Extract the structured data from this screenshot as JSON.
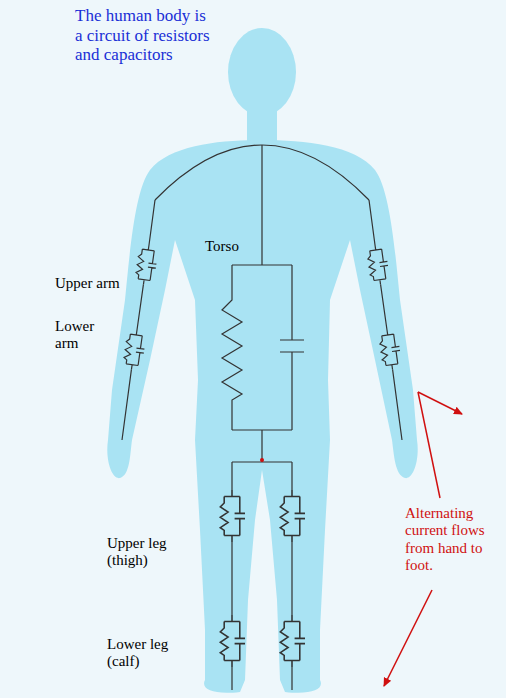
{
  "diagram": {
    "title": "The human body is a circuit of resistors and capacitors",
    "labels": [
      "Upper arm",
      "Lower arm",
      "Torso",
      "Upper leg (thigh)",
      "Lower leg (calf)",
      "Alternating current flows from hand to foot."
    ]
  }
}
